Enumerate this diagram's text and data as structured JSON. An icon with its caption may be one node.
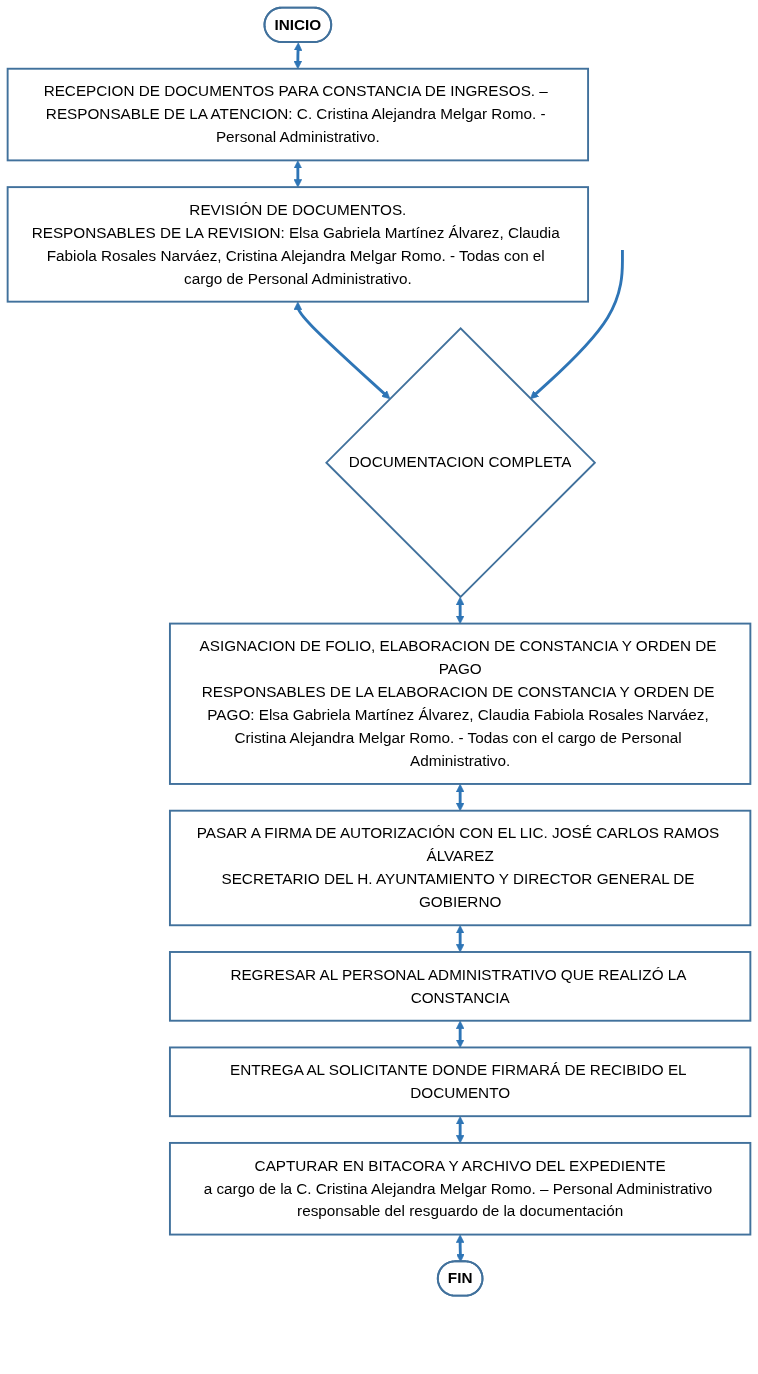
{
  "diagram": {
    "nodes": [
      {
        "text": [
          "INICIO"
        ]
      },
      {
        "text": [
          "RECEPCION DE DOCUMENTOS PARA CONSTANCIA DE INGRESOS. – RESPONSABLE DE LA ATENCION: C. Cristina Alejandra Melgar Romo. - Personal Administrativo."
        ]
      },
      {
        "text": [
          "REVISIÓN DE DOCUMENTOS.",
          "RESPONSABLES DE LA REVISION: Elsa Gabriela Martínez Álvarez, Claudia Fabiola Rosales Narváez, Cristina Alejandra Melgar Romo. - Todas con el cargo de Personal Administrativo."
        ]
      },
      {
        "text": [
          "DOCUMENTACION COMPLETA"
        ]
      },
      {
        "text": [
          "ASIGNACION DE FOLIO, ELABORACION DE CONSTANCIA Y ORDEN DE PAGO",
          "RESPONSABLES DE LA ELABORACION DE CONSTANCIA Y ORDEN DE PAGO: Elsa Gabriela Martínez Álvarez, Claudia Fabiola Rosales Narváez, Cristina Alejandra Melgar Romo. - Todas con el cargo de Personal Administrativo."
        ]
      },
      {
        "text": [
          "PASAR A FIRMA DE AUTORIZACIÓN CON EL LIC. JOSÉ CARLOS RAMOS ÁLVAREZ",
          "SECRETARIO DEL H. AYUNTAMIENTO Y DIRECTOR GENERAL DE GOBIERNO"
        ]
      },
      {
        "text": [
          "REGRESAR AL PERSONAL ADMINISTRATIVO QUE REALIZÓ LA CONSTANCIA"
        ]
      },
      {
        "text": [
          "ENTREGA AL SOLICITANTE DONDE FIRMARÁ DE RECIBIDO EL DOCUMENTO"
        ]
      },
      {
        "text": [
          "CAPTURAR EN BITACORA Y ARCHIVO DEL EXPEDIENTE",
          "a cargo de la C. Cristina Alejandra Melgar Romo. – Personal Administrativo responsable del resguardo de la documentación"
        ]
      },
      {
        "text": [
          "FIN"
        ]
      }
    ],
    "edges": [
      {
        "from": 0,
        "to": 1,
        "arrow": "both"
      },
      {
        "from": 1,
        "to": 2,
        "arrow": "both"
      },
      {
        "from": 2,
        "to": 3,
        "arrow": "both"
      },
      {
        "from": null,
        "to": 3,
        "arrow": "to"
      },
      {
        "from": 3,
        "to": 4,
        "arrow": "both"
      },
      {
        "from": 4,
        "to": 5,
        "arrow": "both"
      },
      {
        "from": 5,
        "to": 6,
        "arrow": "both"
      },
      {
        "from": 6,
        "to": 7,
        "arrow": "both"
      },
      {
        "from": 7,
        "to": 8,
        "arrow": "both"
      },
      {
        "from": 8,
        "to": 9,
        "arrow": "both"
      }
    ]
  }
}
